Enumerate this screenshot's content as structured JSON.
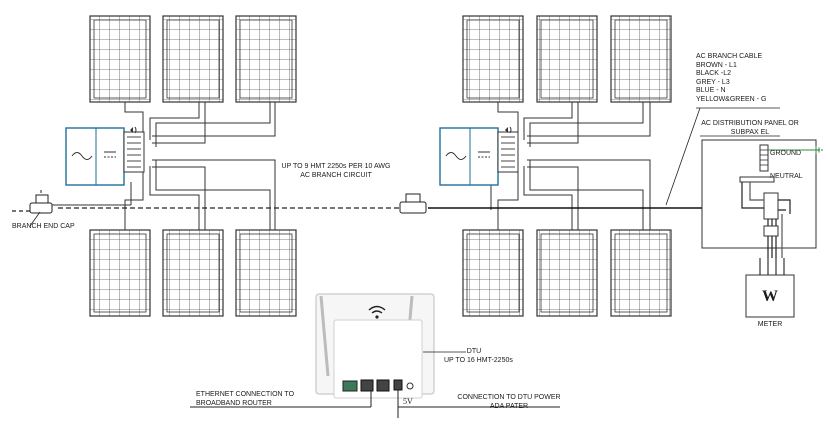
{
  "labels": {
    "branch_end_cap": "BRANCH END CAP",
    "branch_circuit_line1": "UP TO 9 HMT 2250s PER 10 AWG",
    "branch_circuit_line2": "AC BRANCH CIRCUIT",
    "ac_branch_cable": {
      "title": "AC BRANCH CABLE",
      "lines": [
        "BROWN - L1",
        "BLACK -L2",
        "GREY - L3",
        "BLUE - N",
        "YELLOW&GREEN - G"
      ]
    },
    "panel_line1": "AC DISTRIBUTION PANEL OR",
    "panel_line2": "SUBPAX EL",
    "ground": "GROUND",
    "neutral": "NEUTRAL",
    "meter_symbol": "W",
    "meter": "METER",
    "dtu_line1": "DTU",
    "dtu_line2": "UP TO 16 HMT-2250s",
    "ethernet_line1": "ETHERNET CONNECTION TO",
    "ethernet_line2": "BROADBAND ROUTER",
    "dtu_power_line1": "CONNECTION TO DTU POWER",
    "dtu_power_line2": "ADA PATER",
    "five_volt": "5V"
  }
}
